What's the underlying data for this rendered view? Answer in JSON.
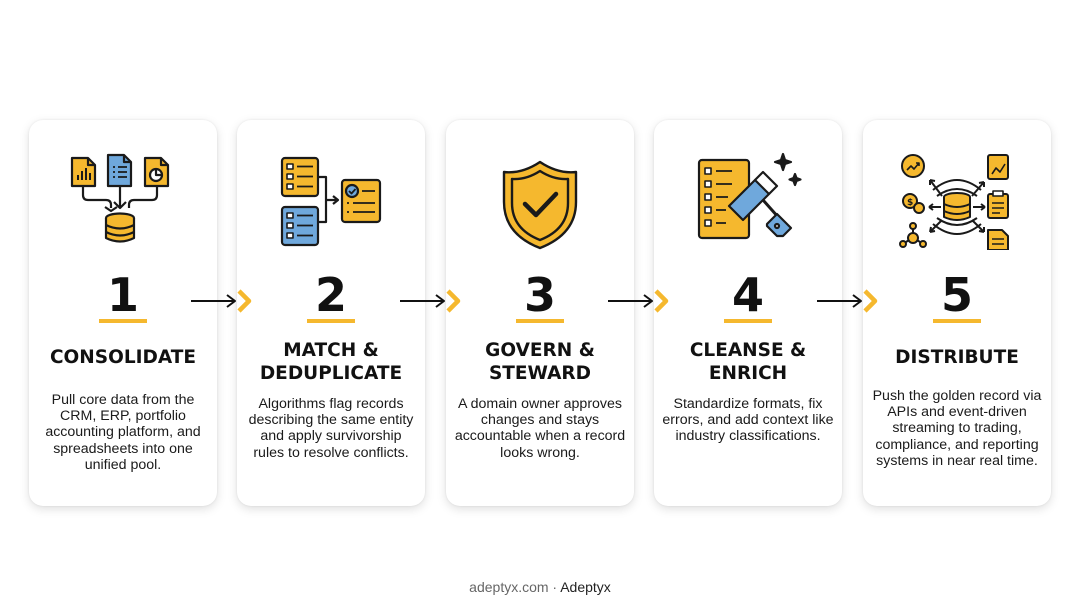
{
  "steps": [
    {
      "number": "1",
      "title": "CONSOLIDATE",
      "description": "Pull core data from the CRM, ERP, portfolio accounting platform, and spreadsheets into one unified pool.",
      "icon": "consolidate-icon"
    },
    {
      "number": "2",
      "title": "MATCH & DEDUPLICATE",
      "description": "Algorithms flag records describing the same entity and apply survivorship rules to resolve conflicts.",
      "icon": "match-icon"
    },
    {
      "number": "3",
      "title": "GOVERN & STEWARD",
      "description": "A domain owner approves changes and stays accountable when a record looks wrong.",
      "icon": "shield-check-icon"
    },
    {
      "number": "4",
      "title": "CLEANSE & ENRICH",
      "description": "Standardize formats, fix errors, and add context like industry classifications.",
      "icon": "cleanse-icon"
    },
    {
      "number": "5",
      "title": "DISTRIBUTE",
      "description": "Push the golden record via APIs and event-driven streaming to trading, compliance, and reporting systems in near real time.",
      "icon": "distribute-icon"
    }
  ],
  "footer": {
    "site": "adeptyx.com",
    "separator": " · ",
    "brand": "Adeptyx"
  },
  "colors": {
    "accent": "#f5b82e",
    "blue": "#6fa8dc",
    "ink": "#111111"
  }
}
